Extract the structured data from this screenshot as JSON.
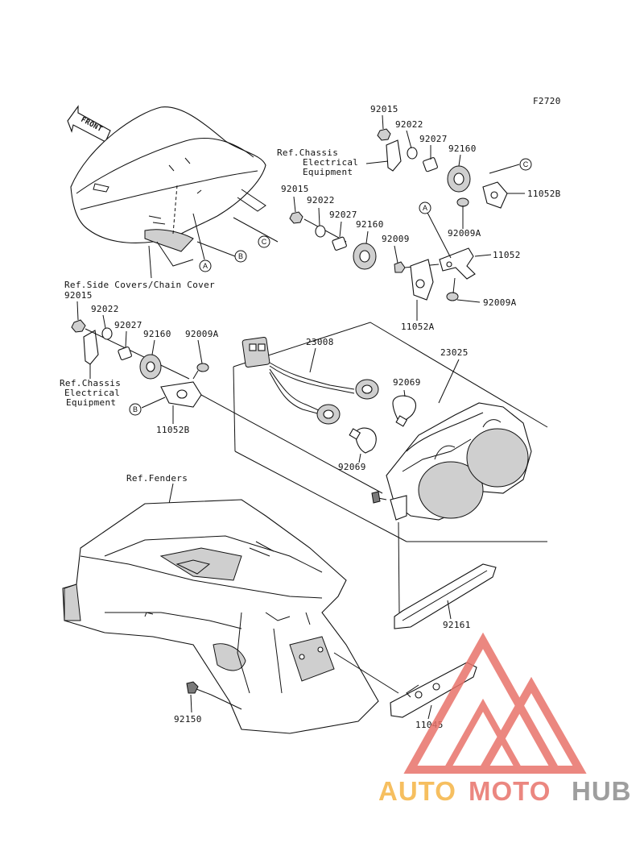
{
  "figure_code": "F2720",
  "front_label": "FRONT",
  "part_labels": {
    "p92015_top": "92015",
    "p92022_top": "92022",
    "p92027_top": "92027",
    "p92160_top": "92160",
    "p11052B_top": "11052B",
    "p92009A_top": "92009A",
    "p92015_mid": "92015",
    "p92022_mid": "92022",
    "p92027_mid": "92027",
    "p92160_mid": "92160",
    "p92009_mid": "92009",
    "p11052": "11052",
    "p92009A_mid": "92009A",
    "p11052A": "11052A",
    "p92015_left": "92015",
    "p92022_left": "92022",
    "p92027_left": "92027",
    "p92160_left": "92160",
    "p92009A_left": "92009A",
    "p11052B_left": "11052B",
    "p23008": "23008",
    "p23025": "23025",
    "p92069_a": "92069",
    "p92069_b": "92069",
    "p92161": "92161",
    "p92150": "92150",
    "p11045": "11045"
  },
  "references": {
    "chassis_top_1": "Ref.Chassis",
    "chassis_top_2": "Electrical",
    "chassis_top_3": "Equipment",
    "side_covers": "Ref.Side Covers/Chain Cover",
    "chassis_left_1": "Ref.Chassis",
    "chassis_left_2": "Electrical",
    "chassis_left_3": "Equipment",
    "fenders": "Ref.Fenders"
  },
  "callouts": {
    "a1": "A",
    "a2": "A",
    "b1": "B",
    "b2": "B",
    "c1": "C",
    "c2": "C"
  },
  "watermark": {
    "part1": "AUTO",
    "part2": "MOTO",
    "part3": "HUB",
    "color_orange": "#f5b545",
    "color_red": "#e8736a",
    "color_gray": "#8e8e8e"
  }
}
